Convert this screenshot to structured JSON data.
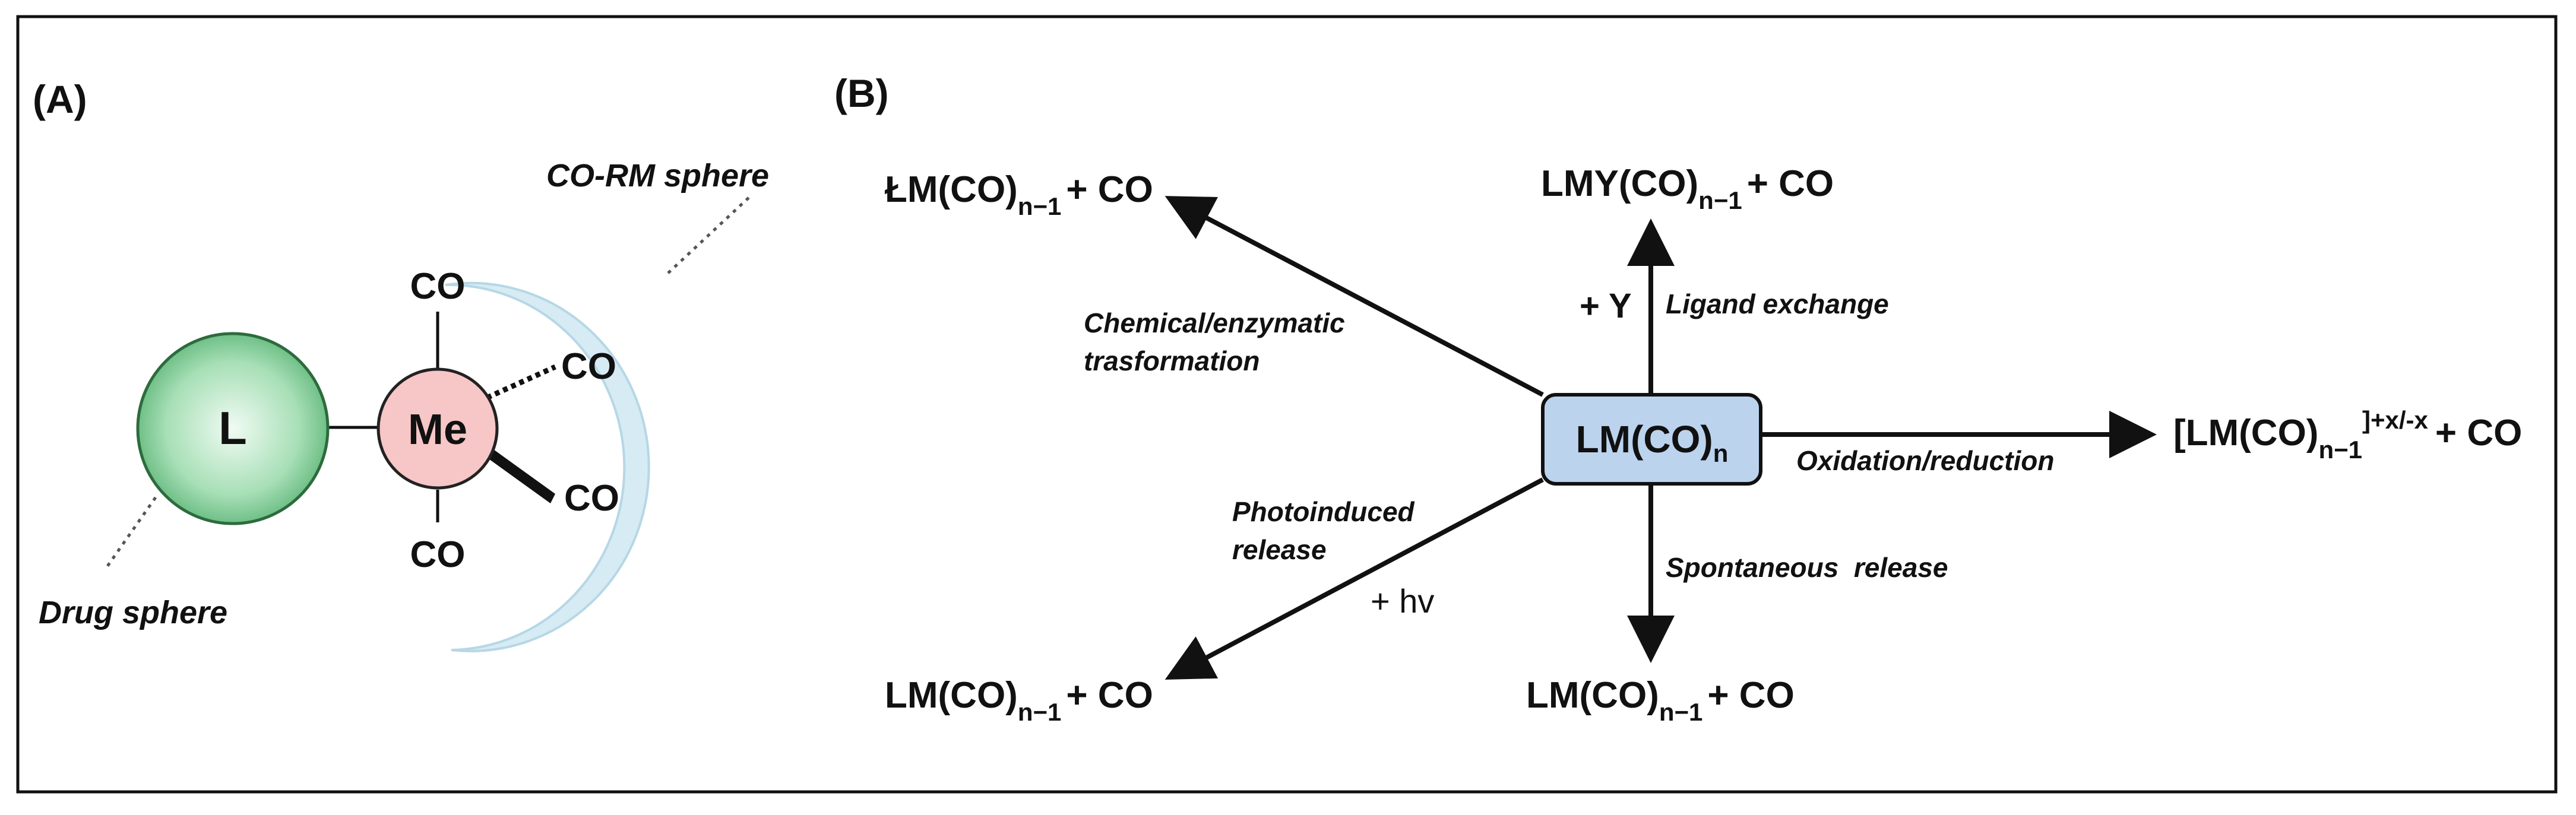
{
  "panel_a": {
    "label": "(A)",
    "ligand_symbol": "L",
    "metal_symbol": "Me",
    "co_top": "CO",
    "co_dashed": "CO",
    "co_wedge": "CO",
    "co_bottom": "CO",
    "corm_sphere_label": "CO-RM sphere",
    "drug_sphere_label": "Drug sphere"
  },
  "panel_b": {
    "label": "(B)",
    "center": {
      "base": "LM(CO)",
      "sub": "n"
    },
    "top_left_product": {
      "pre": "ŁM(CO)",
      "sub": "n−1",
      "post": "+ CO"
    },
    "top_product": {
      "pre": "LMY(CO)",
      "sub": "n−1",
      "post": "+ CO"
    },
    "right_product": {
      "pre": "[LM(CO)",
      "sub": "n−1",
      "sup": "]+x/-x",
      "post": "+ CO"
    },
    "bottom_left_product": {
      "pre": "LM(CO)",
      "sub": "n−1",
      "post": "+ CO"
    },
    "bottom_product": {
      "pre": "LM(CO)",
      "sub": "n−1",
      "post": "+ CO"
    },
    "chem_label_line1": "Chemical/enzymatic",
    "chem_label_line2": "trasformation",
    "ligand_exchange_label": "Ligand exchange",
    "reagent_y": "+ Y",
    "oxidation_label": "Oxidation/reduction",
    "photo_label_line1": "Photoinduced",
    "photo_label_line2": "release",
    "reagent_hv": "+ hv",
    "spontaneous_label": "Spontaneous  release"
  },
  "colors": {
    "ligand_green": "#9fdcb0",
    "metal_pink": "#f7c6c6",
    "center_box_blue": "#bcd3ee",
    "sphere_arc_blue": "#d6ebf3"
  }
}
